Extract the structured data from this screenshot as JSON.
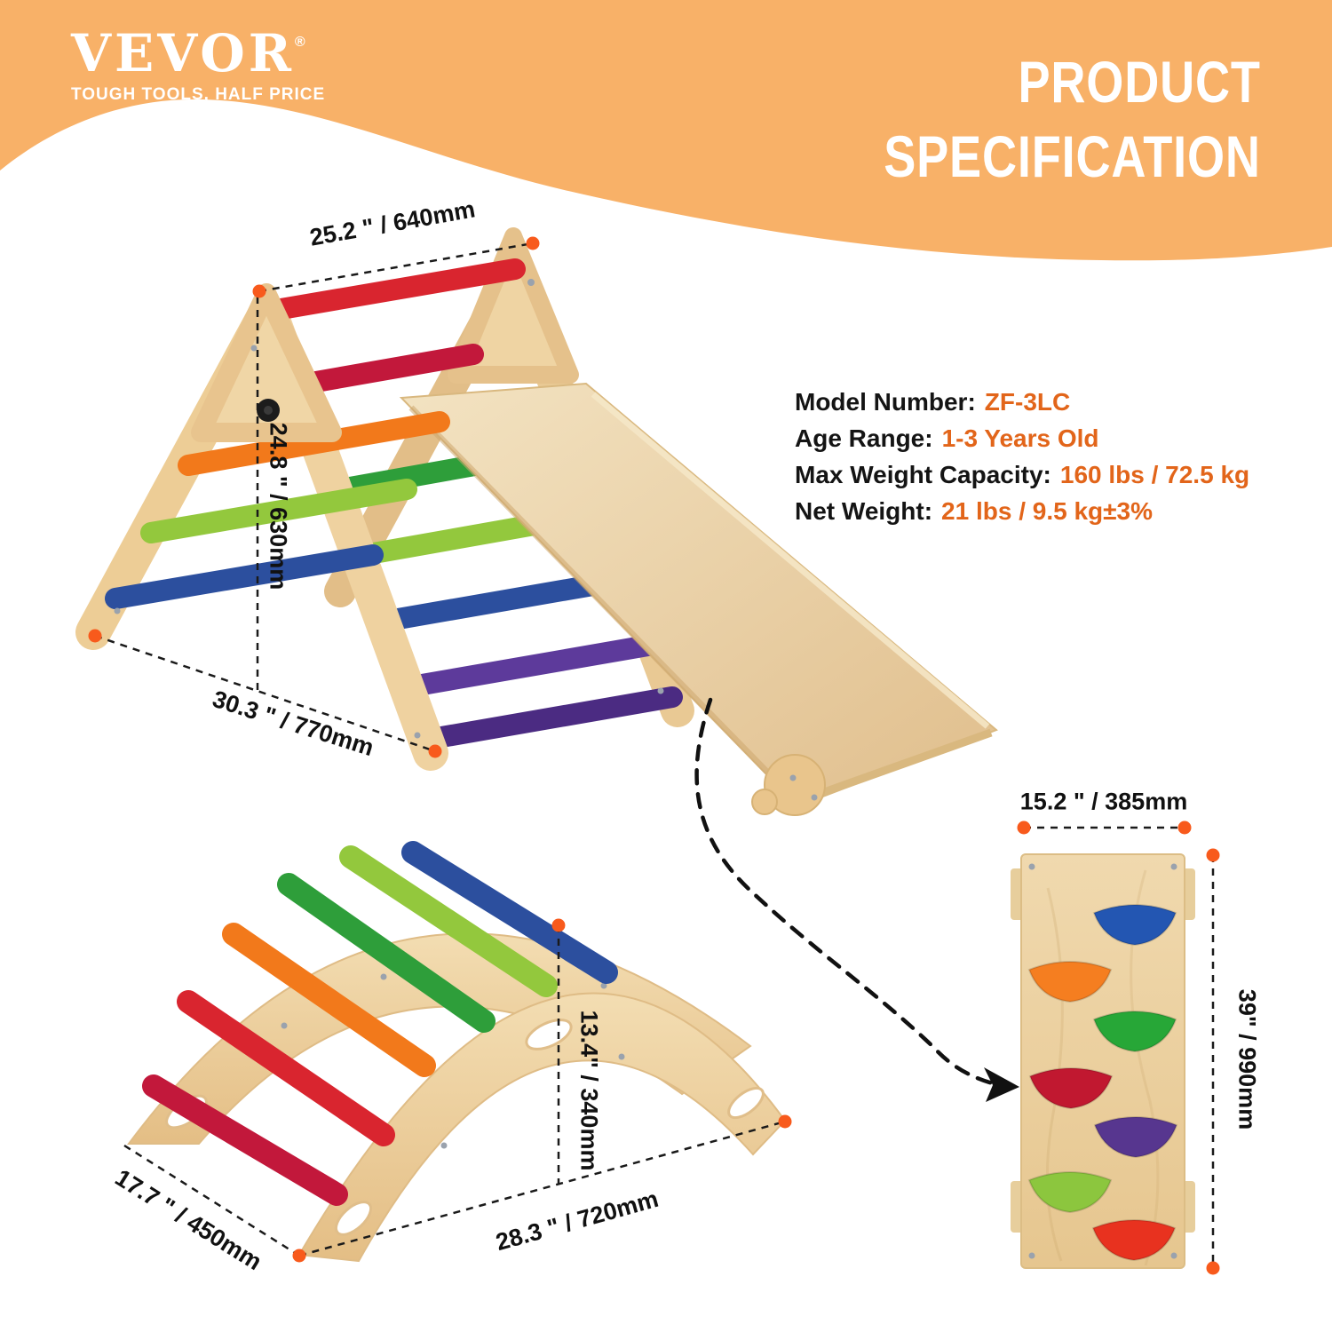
{
  "brand": {
    "name": "VEVOR",
    "registered": "®",
    "tagline": "TOUGH TOOLS, HALF PRICE"
  },
  "header": {
    "title_line1": "PRODUCT",
    "title_line2": "SPECIFICATION"
  },
  "specs": {
    "rows": [
      {
        "label": "Model Number:",
        "value": "ZF-3LC"
      },
      {
        "label": "Age Range:",
        "value": "1-3 Years Old"
      },
      {
        "label": "Max Weight Capacity:",
        "value": "160 lbs / 72.5 kg"
      },
      {
        "label": "Net Weight:",
        "value": "21 lbs / 9.5 kg±3%"
      }
    ]
  },
  "dimensions": {
    "triangle_width": "25.2 \" / 640mm",
    "triangle_height": "24.8 \" / 630mm",
    "triangle_depth": "30.3 \" / 770mm",
    "arch_depth": "17.7 \" / 450mm",
    "arch_width": "28.3 \" / 720mm",
    "arch_height": "13.4\" / 340mm",
    "board_width": "15.2 \" / 385mm",
    "board_height": "39\" / 990mm"
  },
  "icons": {
    "dimension_dot": "orange-endpoint-dot",
    "connector": "dashed-curved-arrow"
  },
  "colors": {
    "header_background": "#F8B168",
    "accent_text": "#E2651A",
    "dimension_dot": "#F85A1C",
    "dimension_line": "#1A1A1A",
    "wood_light": "#F3DDB2",
    "wood_dark": "#E4BE85",
    "rung_red": "#D9252F",
    "rung_crimson": "#C2183B",
    "rung_orange": "#F2791B",
    "rung_green": "#2E9E3A",
    "rung_lime": "#93C83D",
    "rung_blue": "#2C4F9E",
    "rung_purple": "#5D3A9B",
    "rung_dark_purple": "#4B2B82",
    "hold_blue": "#2356B2",
    "hold_orange": "#F57E20",
    "hold_green": "#27A737",
    "hold_crimson": "#C11830",
    "hold_purple": "#57368F",
    "hold_lime": "#8CC63E",
    "hold_red": "#E8321F"
  }
}
